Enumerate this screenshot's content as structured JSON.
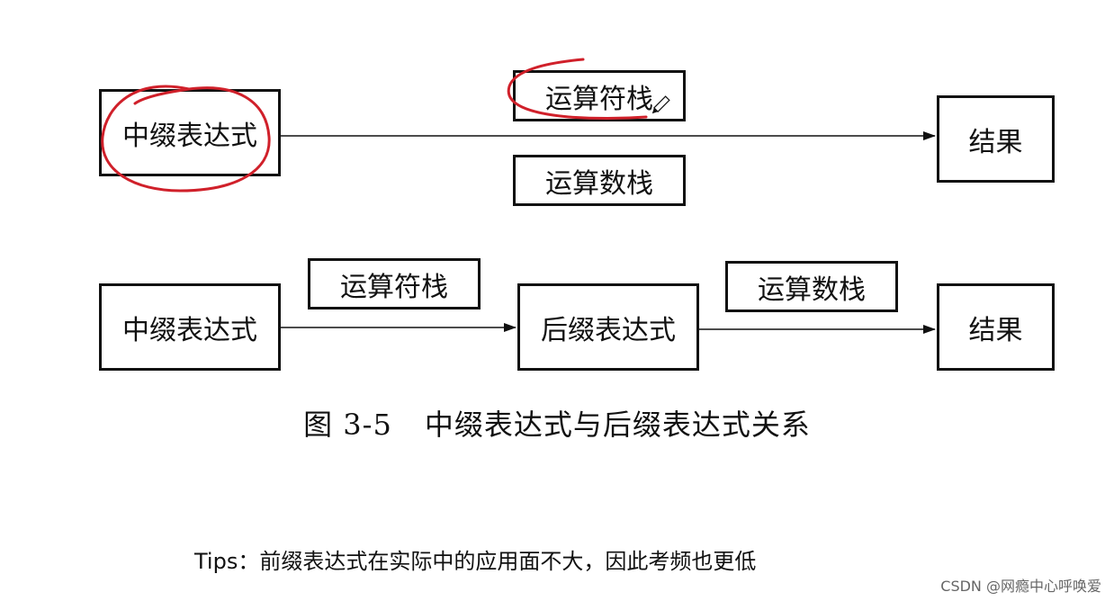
{
  "diagram": {
    "row1": {
      "infix": "中缀表达式",
      "operator_stack": "运算符栈",
      "operand_stack": "运算数栈",
      "result": "结果"
    },
    "row2": {
      "infix": "中缀表达式",
      "operator_stack": "运算符栈",
      "postfix": "后缀表达式",
      "operand_stack": "运算数栈",
      "result": "结果"
    }
  },
  "caption": {
    "number": "图 3-5",
    "text": "中缀表达式与后缀表达式关系"
  },
  "tips": "Tips：前缀表达式在实际中的应用面不大，因此考频也更低",
  "watermark": "CSDN @网瘾中心呼唤爱",
  "colors": {
    "annotation": "#d0202a",
    "line": "#111111"
  }
}
